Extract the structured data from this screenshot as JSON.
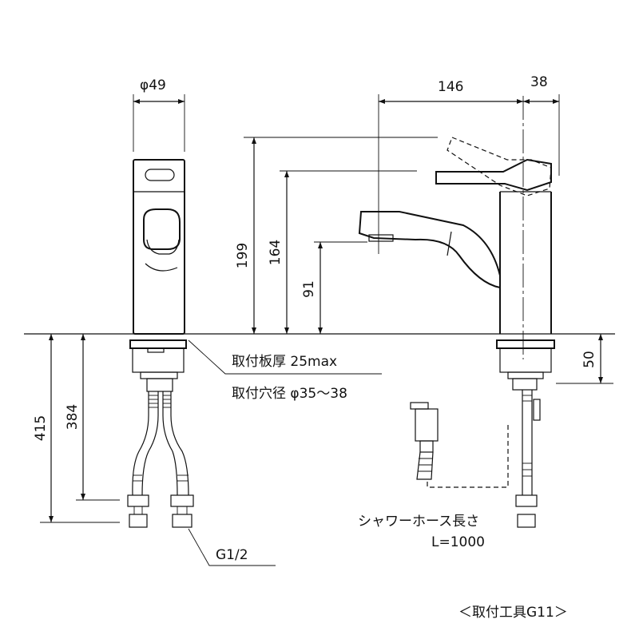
{
  "dimensions": {
    "dia_49": "φ49",
    "d146": "146",
    "d38": "38",
    "d199": "199",
    "d164": "164",
    "d91": "91",
    "d415": "415",
    "d384": "384",
    "d50": "50"
  },
  "notes": {
    "plate_thickness": "取付板厚 25max",
    "hole_diameter": "取付穴径 φ35〜38",
    "thread": "G1/2",
    "hose_length_label": "シャワーホース長さ",
    "hose_length_value": "L=1000",
    "tool": "＜取付工具G11＞"
  }
}
